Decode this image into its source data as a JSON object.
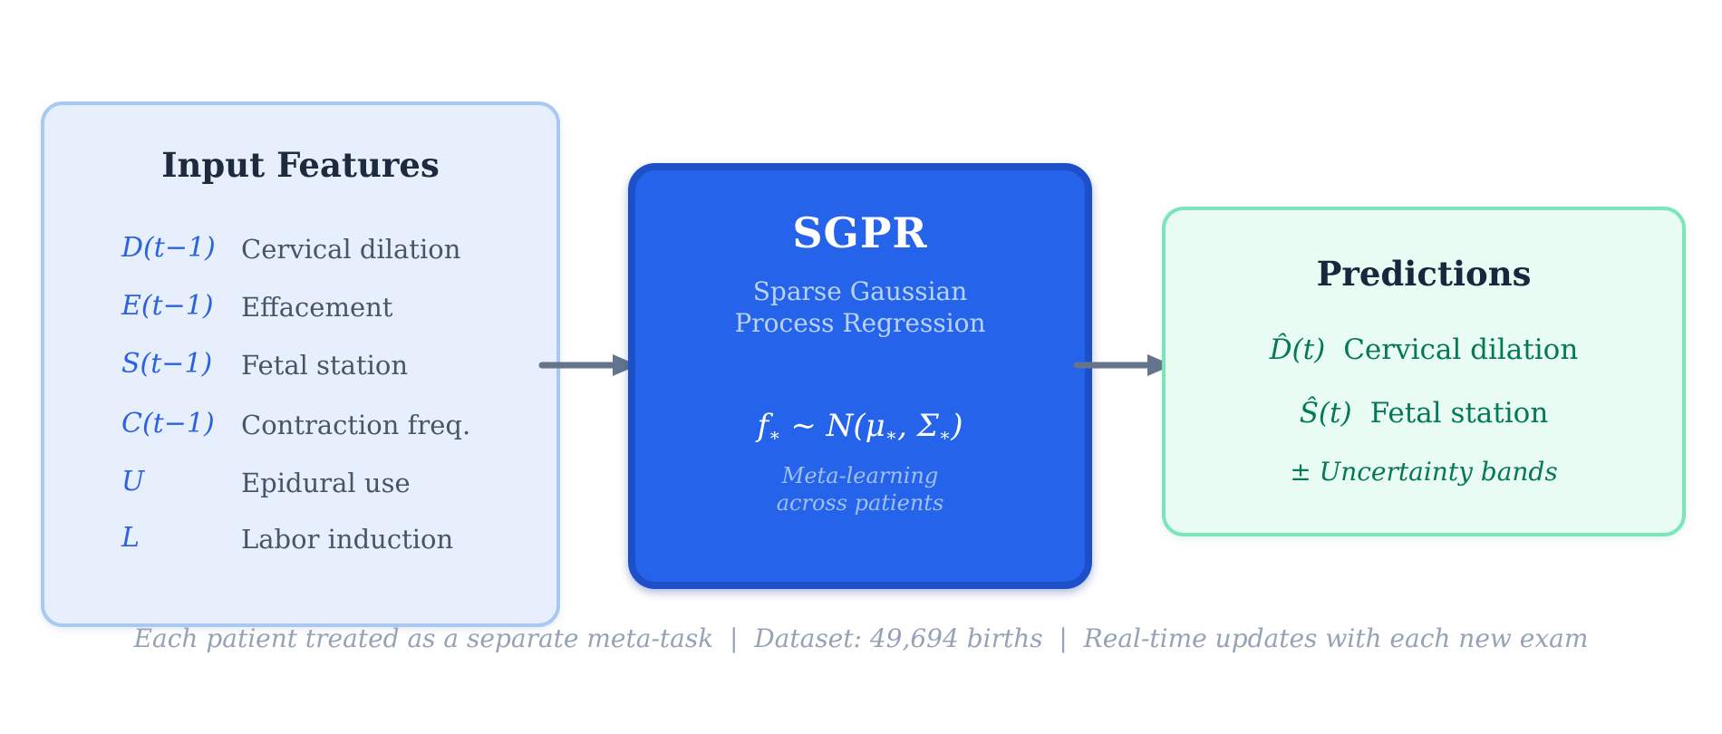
{
  "colors": {
    "input_fill": "#e8effc",
    "input_border": "#a9c9f2",
    "model_fill": "#2563eb",
    "model_border": "#1d4fc8",
    "output_fill": "#e9fcf3",
    "output_border": "#7de5ba",
    "title_navy": "#1e2a3d",
    "feature_symbol_blue": "#2b62e0",
    "feature_label_gray": "#475569",
    "model_subtitle_blue": "#b9d3f8",
    "prediction_green": "#047857",
    "arrow_gray": "#64748b",
    "caption_gray": "#96a3b6"
  },
  "input_box": {
    "title": "Input Features",
    "features": [
      {
        "symbol": "D(t−1)",
        "label": "Cervical dilation"
      },
      {
        "symbol": "E(t−1)",
        "label": "Effacement"
      },
      {
        "symbol": "S(t−1)",
        "label": "Fetal station"
      },
      {
        "symbol": "C(t−1)",
        "label": "Contraction freq."
      },
      {
        "symbol": "U",
        "label": "Epidural use"
      },
      {
        "symbol": "L",
        "label": "Labor induction"
      }
    ]
  },
  "model_box": {
    "title": "SGPR",
    "subtitle_line1": "Sparse Gaussian",
    "subtitle_line2": "Process Regression",
    "formula": {
      "f": "f",
      "sub1": "∗",
      "sim": " ∼ ",
      "n": "N",
      "open": "(μ",
      "sub2": "∗",
      "mid": ", Σ",
      "sub3": "∗",
      "close": ")"
    },
    "note_line1": "Meta-learning",
    "note_line2": "across patients"
  },
  "output_box": {
    "title": "Predictions",
    "predictions": [
      {
        "symbol": "D̂(t)",
        "label": "Cervical dilation"
      },
      {
        "symbol": "Ŝ(t)",
        "label": "Fetal station"
      }
    ],
    "uncertainty": "± Uncertainty bands"
  },
  "caption": "Each patient treated as a separate meta-task  |  Dataset: 49,694 births  |  Real-time updates with each new exam"
}
